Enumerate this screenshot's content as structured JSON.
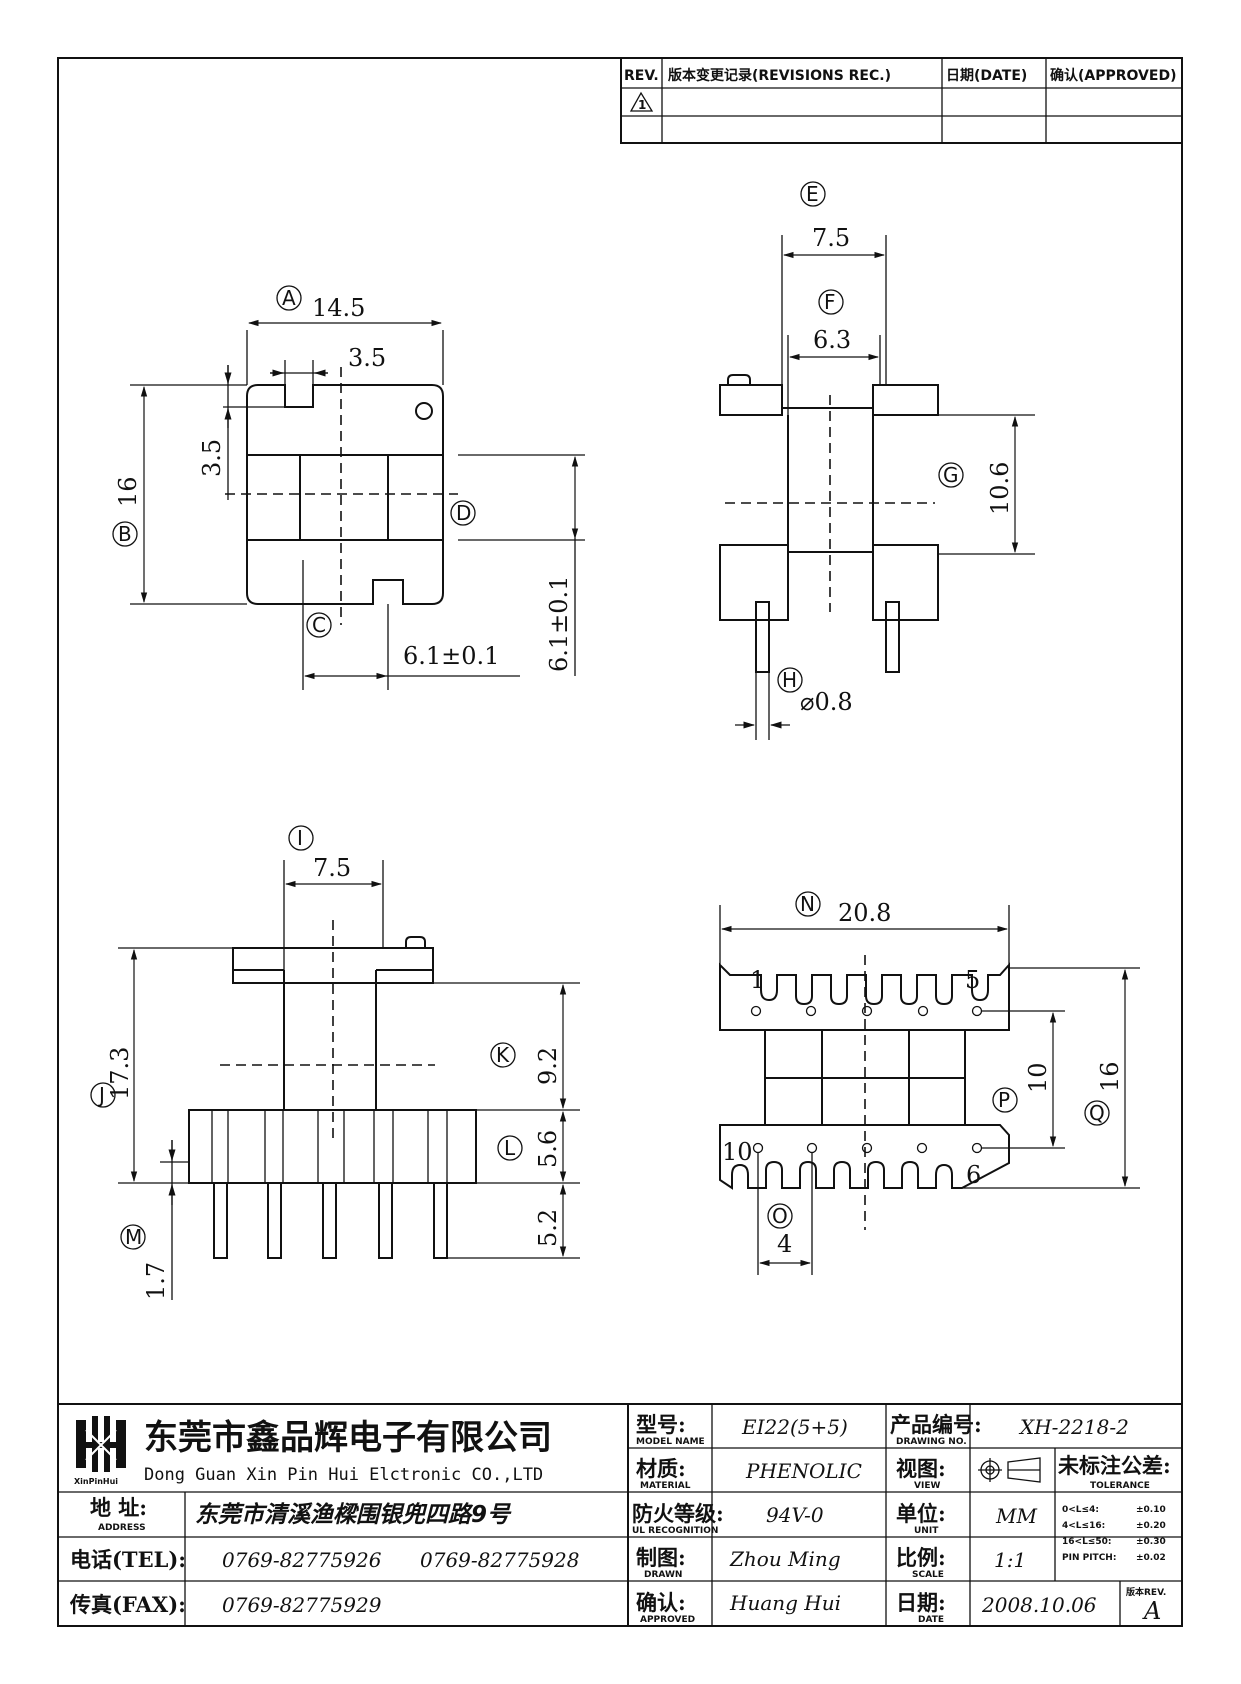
{
  "revision_table": {
    "rev_header": "REV.",
    "record_header": "版本变更记录(REVISIONS REC.)",
    "date_header": "日期(DATE)",
    "approved_header": "确认(APPROVED)",
    "rev_mark": "1"
  },
  "views": {
    "top_left": {
      "dims": {
        "a_width": "14.5",
        "notch": "3.5",
        "notch_depth": "3.5",
        "b_height": "16",
        "c_dim": "6.1±0.1",
        "d_dim": "6.1±0.1"
      },
      "labels": {
        "a": "A",
        "b": "B",
        "c": "C",
        "d": "D"
      }
    },
    "top_right": {
      "dims": {
        "e_width": "7.5",
        "f_width": "6.3",
        "g_height": "10.6",
        "h_pin": "⌀0.8"
      },
      "labels": {
        "e": "E",
        "f": "F",
        "g": "G",
        "h": "H"
      }
    },
    "bottom_left": {
      "dims": {
        "i_width": "7.5",
        "j_height": "17.3",
        "k_height": "9.2",
        "l_height": "5.6",
        "pin_length": "5.2",
        "m_height": "1.7"
      },
      "labels": {
        "i": "I",
        "j": "J",
        "k": "K",
        "l": "L",
        "m": "M"
      }
    },
    "bottom_right": {
      "dims": {
        "n_width": "20.8",
        "p_pitch": "10",
        "q_height": "16",
        "o_pitch": "4"
      },
      "labels": {
        "n": "N",
        "o": "O",
        "p": "P",
        "q": "Q"
      },
      "pin_numbers": {
        "p1": "1",
        "p5": "5",
        "p6": "6",
        "p10": "10"
      }
    }
  },
  "title_block": {
    "company_cn": "东莞市鑫品辉电子有限公司",
    "company_en": "Dong Guan Xin Pin Hui Elctronic CO.,LTD",
    "logo_text": "XinPinHui",
    "address_label": "地  址:",
    "address_label_en": "ADDRESS",
    "address": "东莞市清溪渔樑围银兜四路9号",
    "tel_label": "电话(TEL):",
    "tel1": "0769-82775926",
    "tel2": "0769-82775928",
    "fax_label": "传真(FAX):",
    "fax": "0769-82775929",
    "model_label": "型号:",
    "model_label_en": "MODEL NAME",
    "model": "EI22(5+5)",
    "material_label": "材质:",
    "material_label_en": "MATERIAL",
    "material": "PHENOLIC",
    "fire_label": "防火等级:",
    "fire_label_en": "UL RECOGNITION",
    "fire": "94V-0",
    "drawn_label": "制图:",
    "drawn_label_en": "DRAWN",
    "drawn": "Zhou Ming",
    "approved_label": "确认:",
    "approved_label_en": "APPROVED",
    "approved": "Huang Hui",
    "drawing_no_label": "产品编号:",
    "drawing_no_label_en": "DRAWING NO.",
    "drawing_no": "XH-2218-2",
    "view_label": "视图:",
    "view_label_en": "VIEW",
    "unit_label": "单位:",
    "unit_label_en": "UNIT",
    "unit": "MM",
    "scale_label": "比例:",
    "scale_label_en": "SCALE",
    "scale": "1:1",
    "date_label": "日期:",
    "date_label_en": "DATE",
    "date": "2008.10.06",
    "tolerance_label": "未标注公差:",
    "tolerance_label_en": "TOLERANCE",
    "tolerances": [
      {
        "range": "0<L≤4:",
        "value": "±0.10"
      },
      {
        "range": "4<L≤16:",
        "value": "±0.20"
      },
      {
        "range": "16<L≤50:",
        "value": "±0.30"
      },
      {
        "range": "PIN PITCH:",
        "value": "±0.02"
      }
    ],
    "rev_label": "版本REV.",
    "rev": "A"
  }
}
